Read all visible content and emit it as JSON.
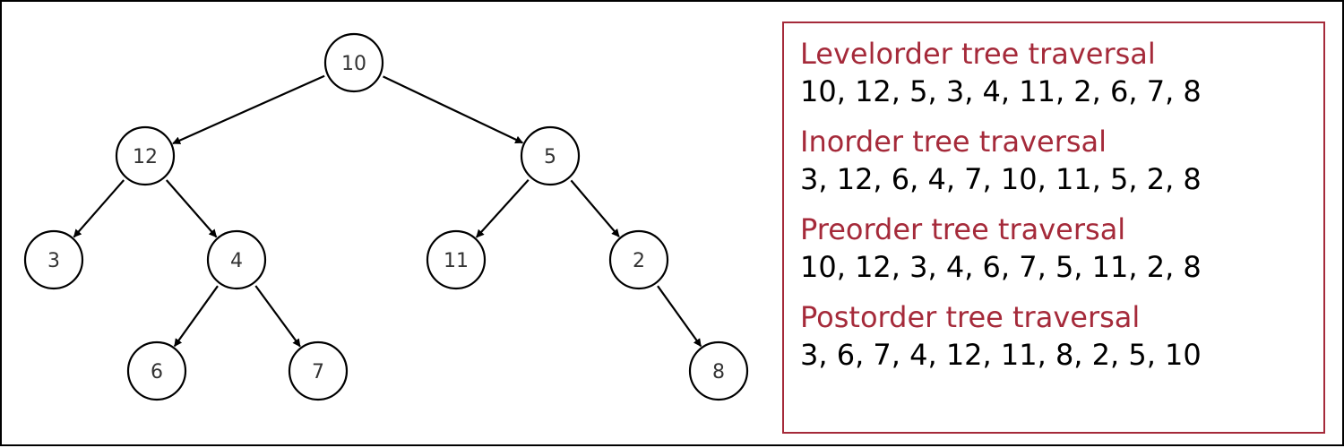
{
  "colors": {
    "title": "#a52a3a",
    "box_border": "#a52a3a",
    "node_stroke": "#000000",
    "node_label": "#333333",
    "edge": "#000000"
  },
  "tree": {
    "nodes": [
      {
        "id": "n10",
        "label": "10"
      },
      {
        "id": "n12",
        "label": "12"
      },
      {
        "id": "n5",
        "label": "5"
      },
      {
        "id": "n3",
        "label": "3"
      },
      {
        "id": "n4",
        "label": "4"
      },
      {
        "id": "n11",
        "label": "11"
      },
      {
        "id": "n2",
        "label": "2"
      },
      {
        "id": "n6",
        "label": "6"
      },
      {
        "id": "n7",
        "label": "7"
      },
      {
        "id": "n8",
        "label": "8"
      }
    ],
    "edges": [
      {
        "from": "n10",
        "to": "n12"
      },
      {
        "from": "n10",
        "to": "n5"
      },
      {
        "from": "n12",
        "to": "n3"
      },
      {
        "from": "n12",
        "to": "n4"
      },
      {
        "from": "n5",
        "to": "n11"
      },
      {
        "from": "n5",
        "to": "n2"
      },
      {
        "from": "n4",
        "to": "n6"
      },
      {
        "from": "n4",
        "to": "n7"
      },
      {
        "from": "n2",
        "to": "n8"
      }
    ]
  },
  "traversals": [
    {
      "title": "Levelorder tree traversal",
      "sequence": "10, 12, 5, 3, 4, 11, 2, 6, 7, 8"
    },
    {
      "title": "Inorder tree traversal",
      "sequence": "3, 12, 6, 4, 7, 10, 11, 5, 2, 8"
    },
    {
      "title": "Preorder tree traversal",
      "sequence": "10, 12, 3, 4, 6, 7, 5, 11, 2, 8"
    },
    {
      "title": "Postorder tree traversal",
      "sequence": "3, 6, 7, 4, 12, 11, 8, 2, 5, 10"
    }
  ]
}
